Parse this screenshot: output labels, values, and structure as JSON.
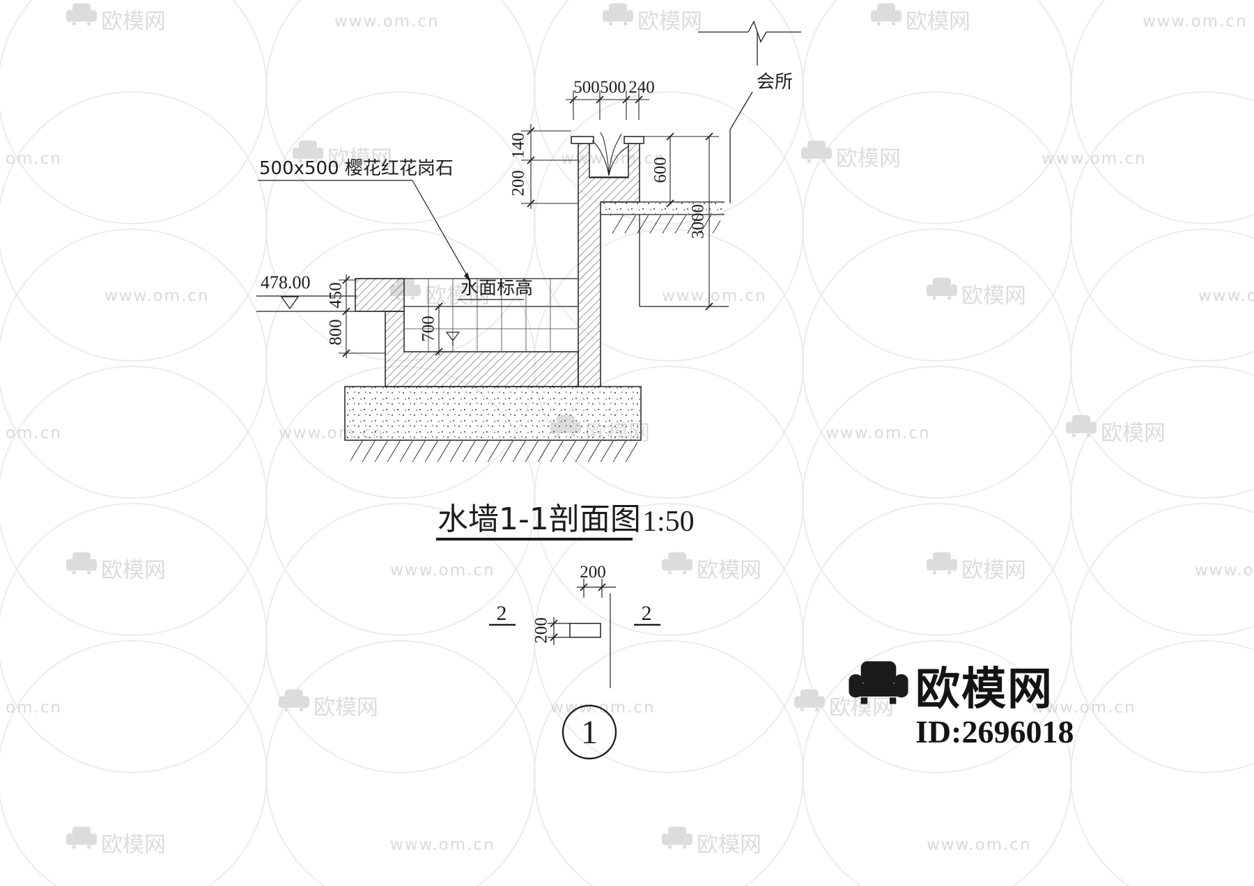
{
  "watermark": {
    "brand": "欧模网",
    "url": "www.om.cn",
    "url_short": "om.cn"
  },
  "drawing": {
    "club_label": "会所",
    "top_dims": [
      "500",
      "500",
      "240"
    ],
    "planter_dims": {
      "d140": "140",
      "d200": "200"
    },
    "right_dims": {
      "d600": "600",
      "d3000": "3000"
    },
    "left_dims": {
      "elevation": "478.00",
      "d450": "450",
      "d800": "800"
    },
    "pool_dims": {
      "d700": "700"
    },
    "labels": {
      "granite": "500x500 樱花红花岗石",
      "water_level": "水面标高"
    }
  },
  "title": {
    "name": "水墙1-1剖面图",
    "scale": "1:50"
  },
  "detail": {
    "top_dim": "200",
    "side_dim": "200",
    "section_left": "2",
    "section_right": "2",
    "bubble_number": "1"
  },
  "footer": {
    "brand": "欧模网",
    "id_label": "ID:2696018"
  }
}
